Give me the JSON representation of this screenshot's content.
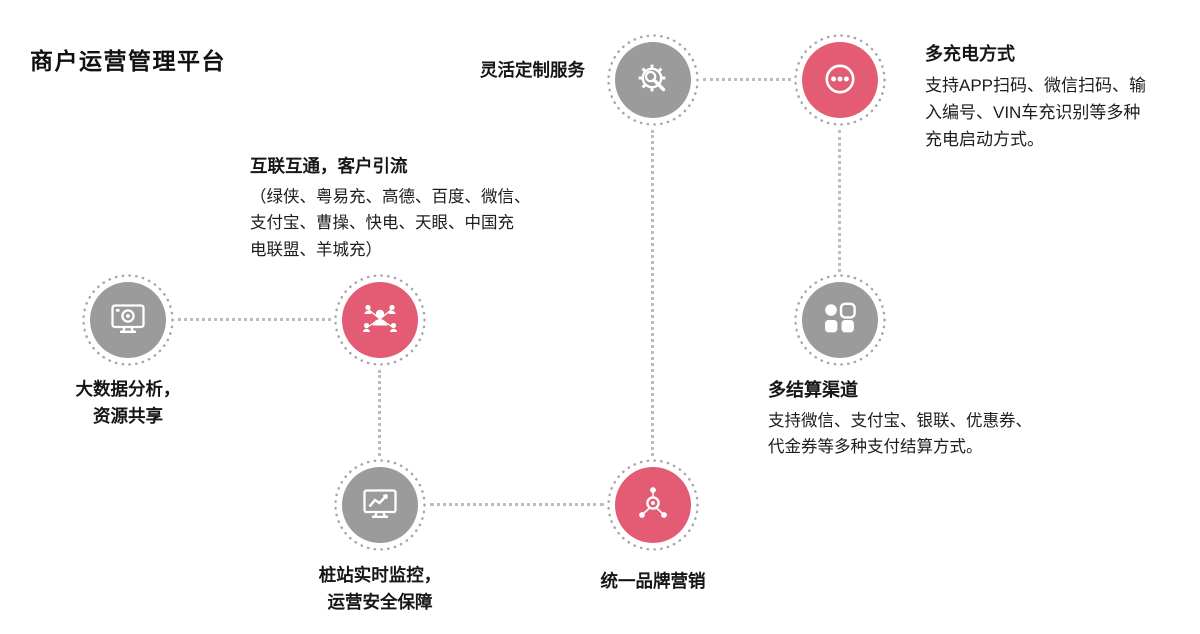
{
  "title": "商户运营管理平台",
  "nodes": {
    "big_data": {
      "label": "大数据分析，\n资源共享",
      "icon": "monitor-camera-icon",
      "color": "gray"
    },
    "interconnect": {
      "label": "互联互通，客户引流",
      "desc": "（绿侠、粤易充、高德、百度、微信、\n支付宝、曹操、快电、天眼、中国充\n电联盟、羊城充）",
      "icon": "people-network-icon",
      "color": "pink"
    },
    "monitoring": {
      "label": "桩站实时监控，\n运营安全保障",
      "icon": "monitor-chart-icon",
      "color": "gray"
    },
    "branding": {
      "label": "统一品牌营销",
      "icon": "brand-network-icon",
      "color": "pink"
    },
    "custom_service": {
      "label": "灵活定制服务",
      "icon": "gear-search-icon",
      "color": "gray"
    },
    "charging_methods": {
      "label": "多充电方式",
      "desc": "支持APP扫码、微信扫码、输\n入编号、VIN车充识别等多种\n充电启动方式。",
      "icon": "more-dots-icon",
      "color": "pink"
    },
    "settlement": {
      "label": "多结算渠道",
      "desc": "支持微信、支付宝、银联、优惠券、\n代金券等多种支付结算方式。",
      "icon": "app-grid-icon",
      "color": "gray"
    }
  },
  "colors": {
    "gray_node": "#9b9b9b",
    "pink_node": "#e45c73",
    "ring": "#a6a6a6",
    "connector": "#bdbdbd",
    "text": "#161616",
    "background": "#ffffff"
  }
}
